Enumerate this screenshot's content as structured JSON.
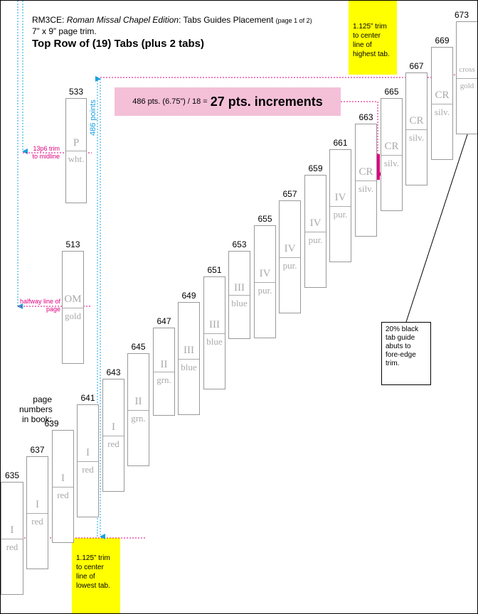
{
  "header": {
    "prefix": "RM3CE: ",
    "title_italic": "Roman Missal Chapel Edition",
    "title_rest": ": Tabs Guides Placement ",
    "page_note": "(page 1 of 2)",
    "trim": "7” x 9” page trim.",
    "subtitle": "Top Row of (19) Tabs (plus 2 tabs)"
  },
  "notes": {
    "top_trim": "1.125” trim to center line of highest tab.",
    "bottom_trim": "1.125” trim to center line of lowest tab.",
    "increment_formula": "486 pts. (6.75”) / 18 =",
    "increment_result": "27 pts. increments",
    "vertical_points": "486 points",
    "midline_note": "13p6 trim to midline",
    "halfway_note": "halfway line of page",
    "callout": "20% black tab guide abuts to fore-edge trim.",
    "page_numbers_caption": "page numbers in book:"
  },
  "tabs": [
    {
      "page": "533",
      "top": "P",
      "bottom": "wht."
    },
    {
      "page": "513",
      "top": "OM",
      "bottom": "gold"
    },
    {
      "page": "635",
      "top": "I",
      "bottom": "red"
    },
    {
      "page": "637",
      "top": "I",
      "bottom": "red"
    },
    {
      "page": "639",
      "top": "I",
      "bottom": "red"
    },
    {
      "page": "641",
      "top": "I",
      "bottom": "red"
    },
    {
      "page": "643",
      "top": "I",
      "bottom": "red"
    },
    {
      "page": "645",
      "top": "II",
      "bottom": "grn."
    },
    {
      "page": "647",
      "top": "II",
      "bottom": "grn."
    },
    {
      "page": "649",
      "top": "III",
      "bottom": "blue"
    },
    {
      "page": "651",
      "top": "III",
      "bottom": "blue"
    },
    {
      "page": "653",
      "top": "III",
      "bottom": "blue"
    },
    {
      "page": "655",
      "top": "IV",
      "bottom": "pur."
    },
    {
      "page": "657",
      "top": "IV",
      "bottom": "pur."
    },
    {
      "page": "659",
      "top": "IV",
      "bottom": "pur."
    },
    {
      "page": "661",
      "top": "IV",
      "bottom": "pur."
    },
    {
      "page": "663",
      "top": "CR",
      "bottom": "silv."
    },
    {
      "page": "665",
      "top": "CR",
      "bottom": "silv."
    },
    {
      "page": "667",
      "top": "CR",
      "bottom": "silv."
    },
    {
      "page": "669",
      "top": "CR",
      "bottom": "silv."
    },
    {
      "page": "673",
      "top": "cross",
      "bottom": "gold"
    }
  ],
  "colors": {
    "guide_pink": "#e0007f",
    "guide_blue": "#1aa0e0",
    "highlight_yellow": "#ffff00",
    "formula_pink": "#f4c0d8",
    "tab_gray": "#aaaaaa"
  }
}
